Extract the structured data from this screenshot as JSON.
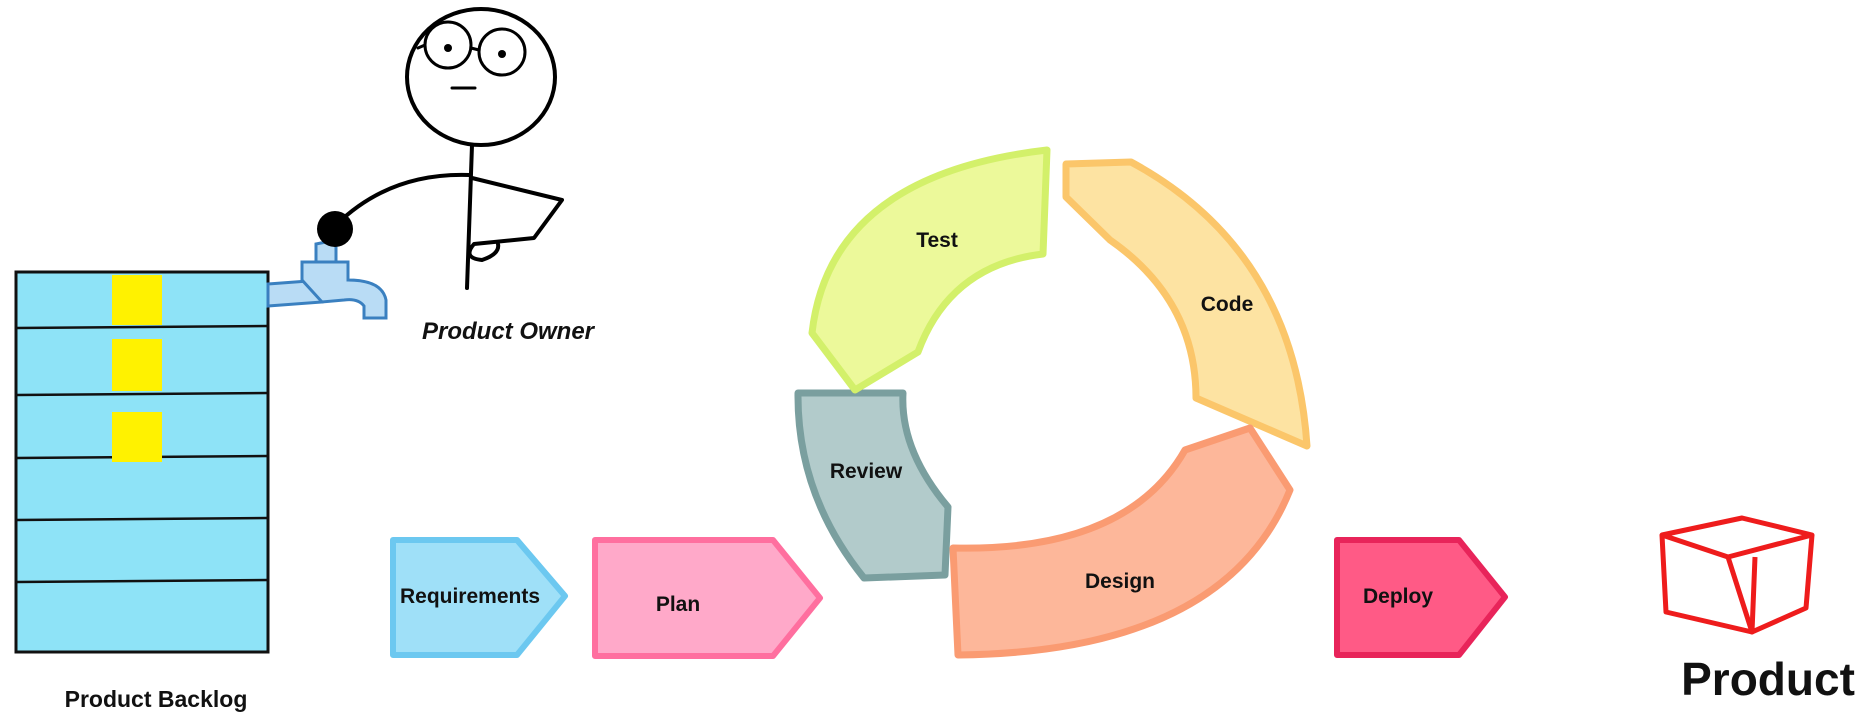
{
  "colors": {
    "backlog_fill": "#8ee3f7",
    "backlog_stroke": "#111111",
    "backlog_card": "#fff200",
    "faucet_fill": "#b9dcf5",
    "faucet_stroke": "#3a80c0",
    "requirements_fill": "#9fe0f8",
    "requirements_stroke": "#6cc8f0",
    "plan_fill": "#ffa9c9",
    "plan_stroke": "#ff6f9f",
    "review_fill": "#b2cbcb",
    "review_stroke": "#7a9f9f",
    "test_fill": "#ecf99a",
    "test_stroke": "#d3f06a",
    "code_fill": "#fde3a2",
    "code_stroke": "#fbc66a",
    "design_fill": "#fdb79a",
    "design_stroke": "#fa9b72",
    "deploy_fill": "#ff5a86",
    "deploy_stroke": "#e8245a",
    "product_box_stroke": "#ee1c1c"
  },
  "labels": {
    "product_owner": "Product Owner",
    "product_backlog": "Product Backlog",
    "requirements": "Requirements",
    "plan": "Plan",
    "review": "Review",
    "test": "Test",
    "code": "Code",
    "design": "Design",
    "deploy": "Deploy",
    "product": "Product"
  },
  "icons": {
    "stick_figure": "stick-figure-icon",
    "faucet": "faucet-icon",
    "product_box": "box-icon"
  }
}
